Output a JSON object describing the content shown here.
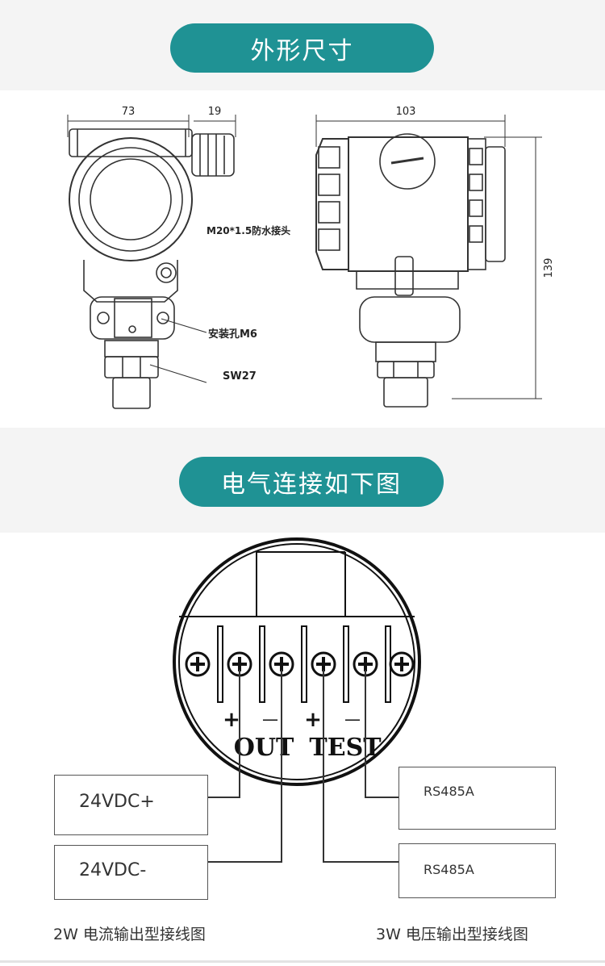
{
  "section_dimensions": {
    "title": "外形尺寸",
    "dim_width_front": "73",
    "dim_connector": "19",
    "dim_width_side": "103",
    "dim_height": "139",
    "label_thread": "M20*1.5防水接头",
    "label_mount_hole": "安装孔M6",
    "label_wrench": "SW27"
  },
  "section_wiring": {
    "title": "电气连接如下图",
    "terminal_signs": [
      "+",
      "—",
      "+",
      "—"
    ],
    "label_out": "OUT",
    "label_test": "TEST",
    "box_pos": "24VDC+",
    "box_neg": "24VDC-",
    "box_rs485_a1": "RS485A",
    "box_rs485_a2": "RS485A",
    "caption_left": "2W 电流输出型接线图",
    "caption_right": "3W 电压输出型接线图"
  },
  "colors": {
    "accent": "#1f9294",
    "band": "#f4f4f4"
  }
}
